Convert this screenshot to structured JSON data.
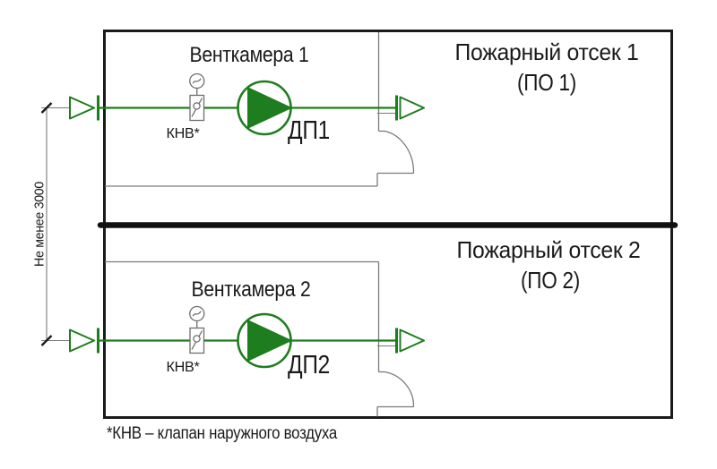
{
  "building": {
    "comp1": {
      "title": "Пожарный отсек 1",
      "subtitle": "(ПО 1)"
    },
    "comp2": {
      "title": "Пожарный отсек 2",
      "subtitle": "(ПО 2)"
    },
    "vent1": {
      "title": "Венткамера 1",
      "fan_label": "ДП1",
      "valve_label": "КНВ*"
    },
    "vent2": {
      "title": "Венткамера 2",
      "fan_label": "ДП2",
      "valve_label": "КНВ*"
    }
  },
  "dimension": {
    "label": "Не менее 3000"
  },
  "footnote": "*КНВ – клапан наружного воздуха",
  "colors": {
    "duct_green": "#1e7d1e",
    "wall_black": "#1a1a1a",
    "thin_gray": "#7a7a7a"
  }
}
